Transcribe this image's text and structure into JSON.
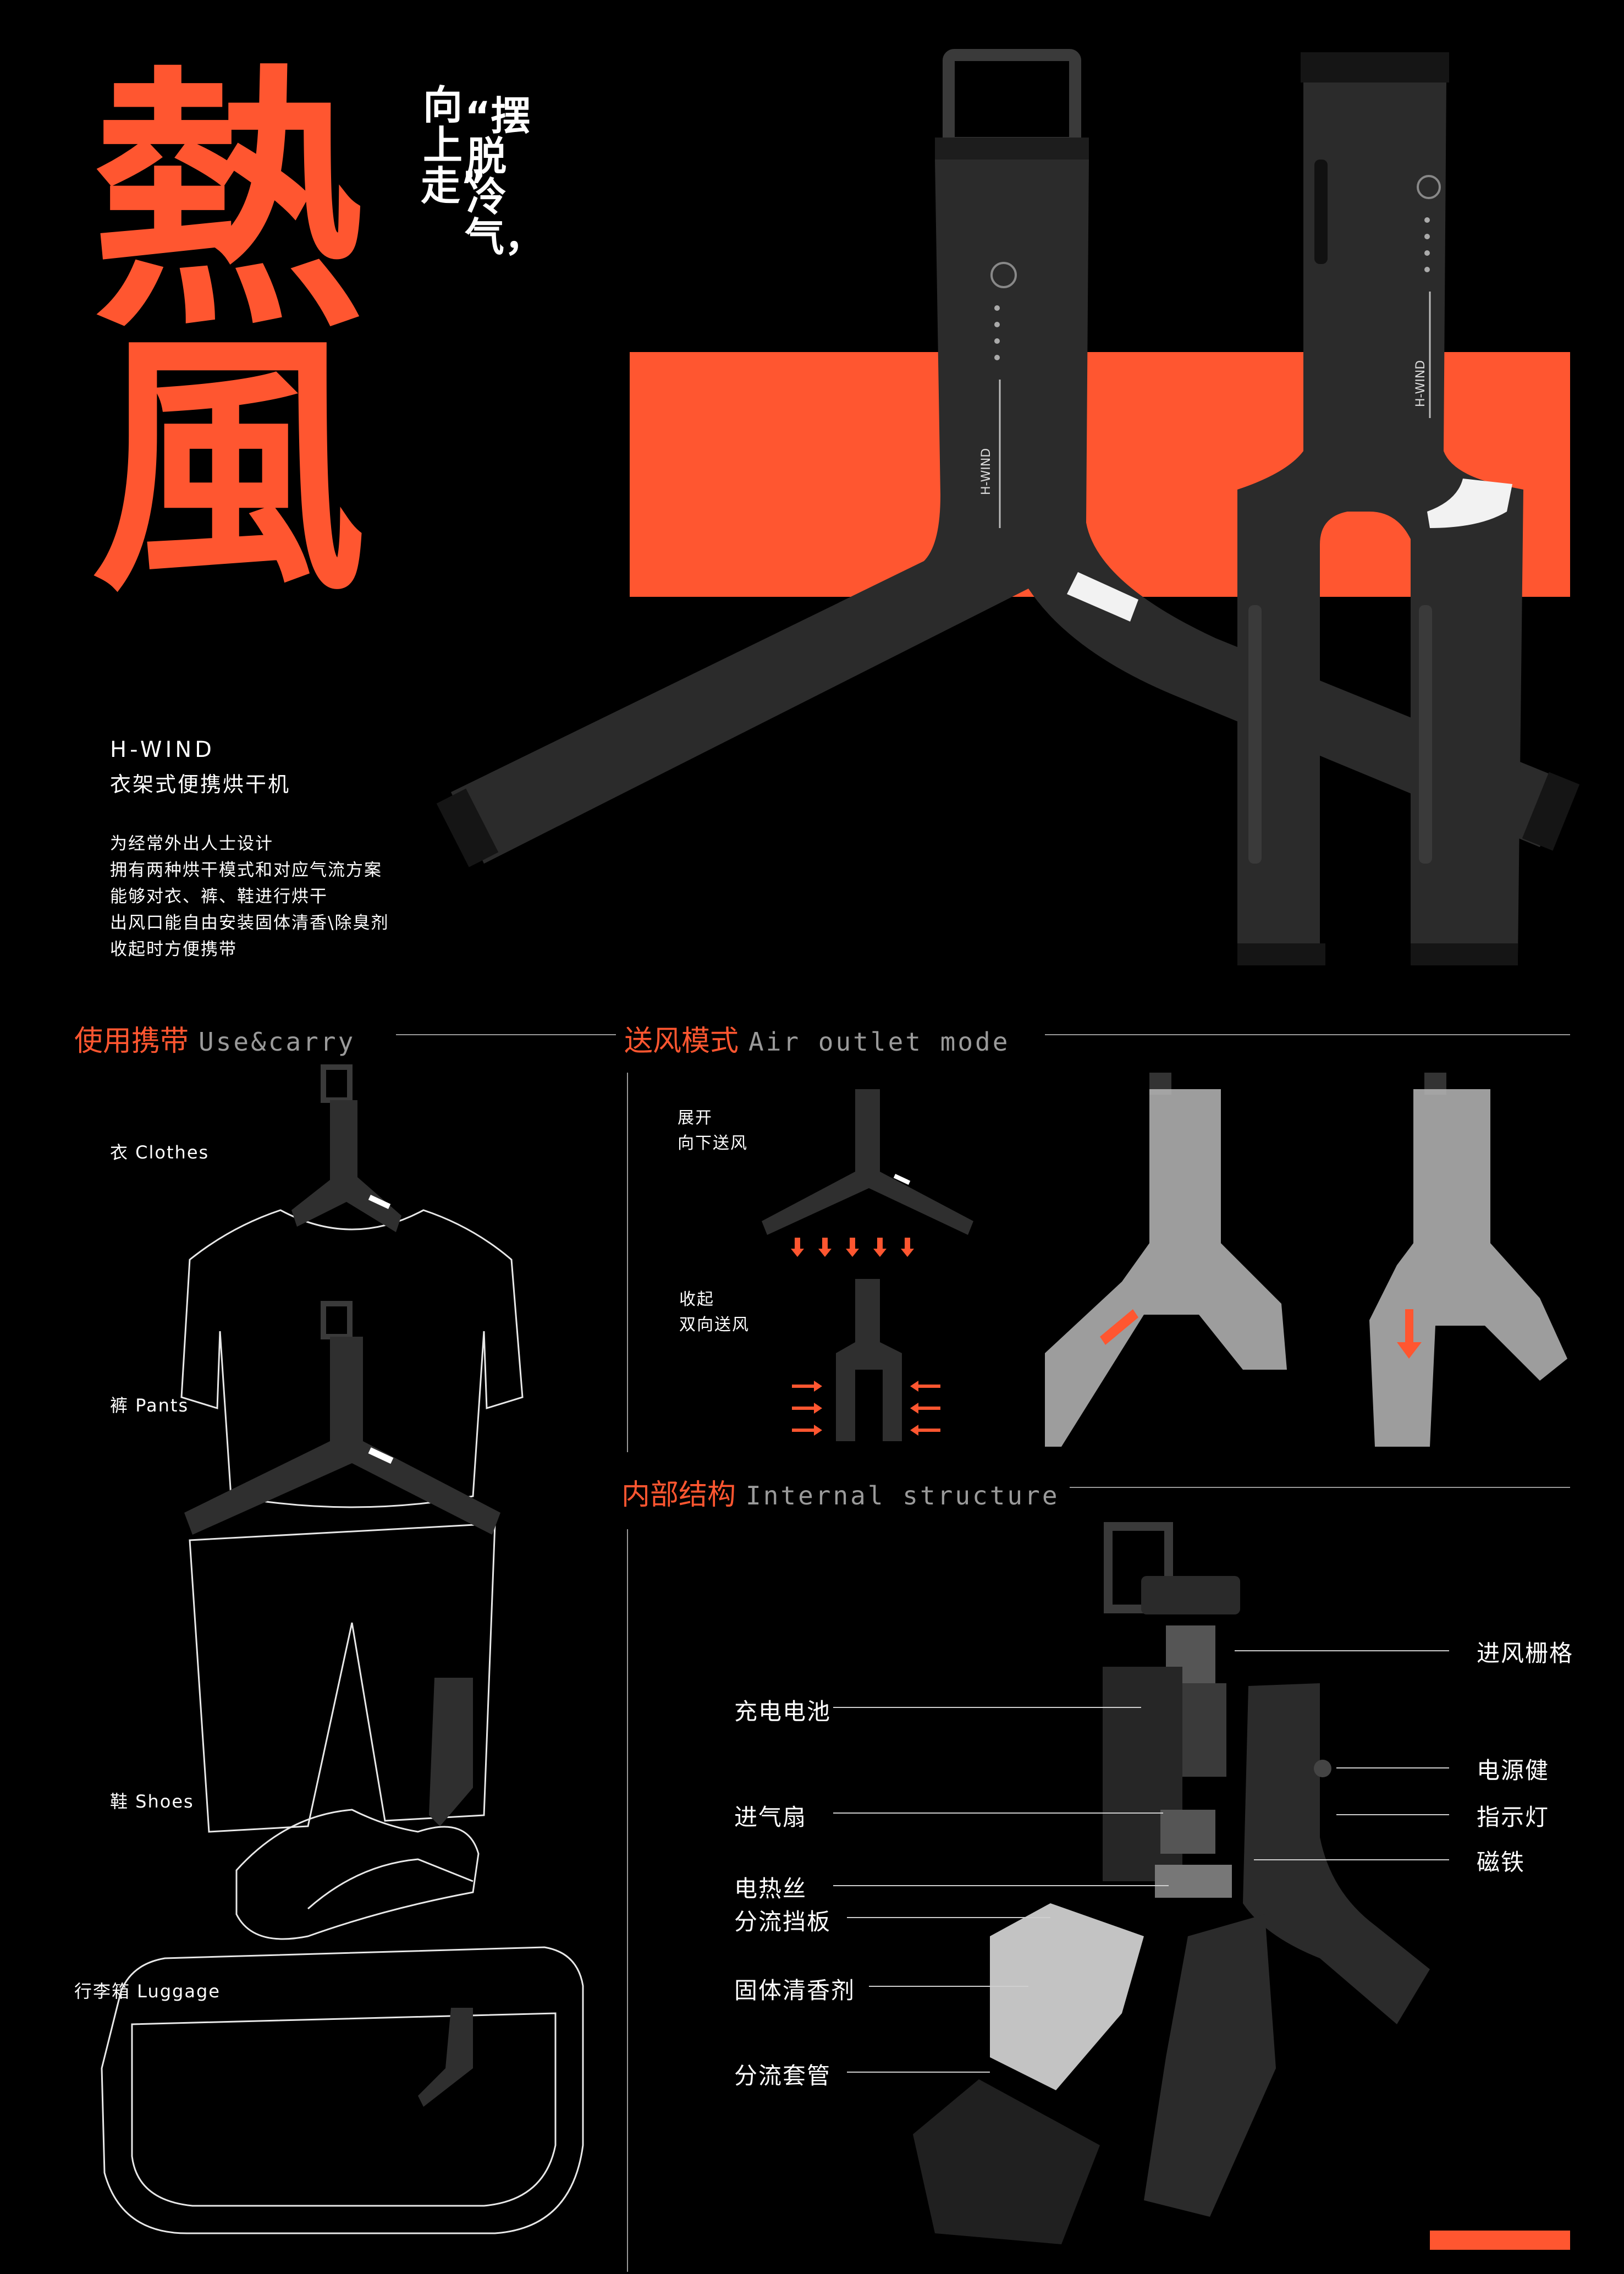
{
  "title": {
    "char1": "熱",
    "char2": "風"
  },
  "slogan": {
    "col_right": "“摆脱冷气，",
    "col_left": "向上走”"
  },
  "product": {
    "brand": "H-WIND",
    "subtitle": "衣架式便携烘干机",
    "description": [
      "为经常外出人士设计",
      "拥有两种烘干模式和对应气流方案",
      "能够对衣、裤、鞋进行烘干",
      "出风口能自由安装固体清香\\除臭剂",
      "收起时方便携带"
    ],
    "body_print": "H-WIND"
  },
  "sections": {
    "use_carry": {
      "zh": "使用携带",
      "en": "Use&carry"
    },
    "air_outlet": {
      "zh": "送风模式",
      "en": "Air outlet mode"
    },
    "internal": {
      "zh": "内部结构",
      "en": "Internal structure"
    }
  },
  "use_labels": {
    "clothes": "衣 Clothes",
    "pants": "裤 Pants",
    "shoes": "鞋 Shoes",
    "luggage": "行李箱 Luggage"
  },
  "modes": {
    "expand": [
      "展开",
      "向下送风"
    ],
    "fold": [
      "收起",
      "双向送风"
    ]
  },
  "parts": {
    "left": [
      "充电电池",
      "进气扇",
      "电热丝",
      "分流挡板",
      "固体清香剂",
      "分流套管"
    ],
    "right": [
      "进风栅格",
      "电源健",
      "指示灯",
      "磁铁"
    ]
  },
  "colors": {
    "accent": "#ff5630",
    "background": "#000000",
    "body": "#2b2b2b",
    "line": "#9a9a9a"
  }
}
